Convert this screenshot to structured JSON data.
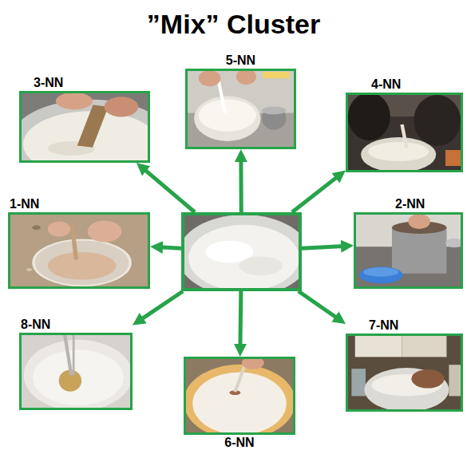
{
  "diagram": {
    "title": "”Mix” Cluster",
    "nodes": [
      {
        "text": [
          "3-NN"
        ]
      },
      {
        "text": [
          "5-NN"
        ]
      },
      {
        "text": [
          "4-NN"
        ]
      },
      {
        "text": [
          "1-NN"
        ]
      },
      {
        "text": []
      },
      {
        "text": [
          "2-NN"
        ]
      },
      {
        "text": [
          "8-NN"
        ]
      },
      {
        "text": [
          "6-NN"
        ]
      },
      {
        "text": [
          "7-NN"
        ]
      }
    ],
    "edges": [
      {
        "from": 4,
        "to": 0,
        "arrow": "to"
      },
      {
        "from": 4,
        "to": 1,
        "arrow": "to"
      },
      {
        "from": 4,
        "to": 2,
        "arrow": "to"
      },
      {
        "from": 4,
        "to": 3,
        "arrow": "to"
      },
      {
        "from": 4,
        "to": 5,
        "arrow": "to"
      },
      {
        "from": 4,
        "to": 6,
        "arrow": "to"
      },
      {
        "from": 4,
        "to": 7,
        "arrow": "to"
      },
      {
        "from": 4,
        "to": 8,
        "arrow": "to"
      }
    ]
  }
}
